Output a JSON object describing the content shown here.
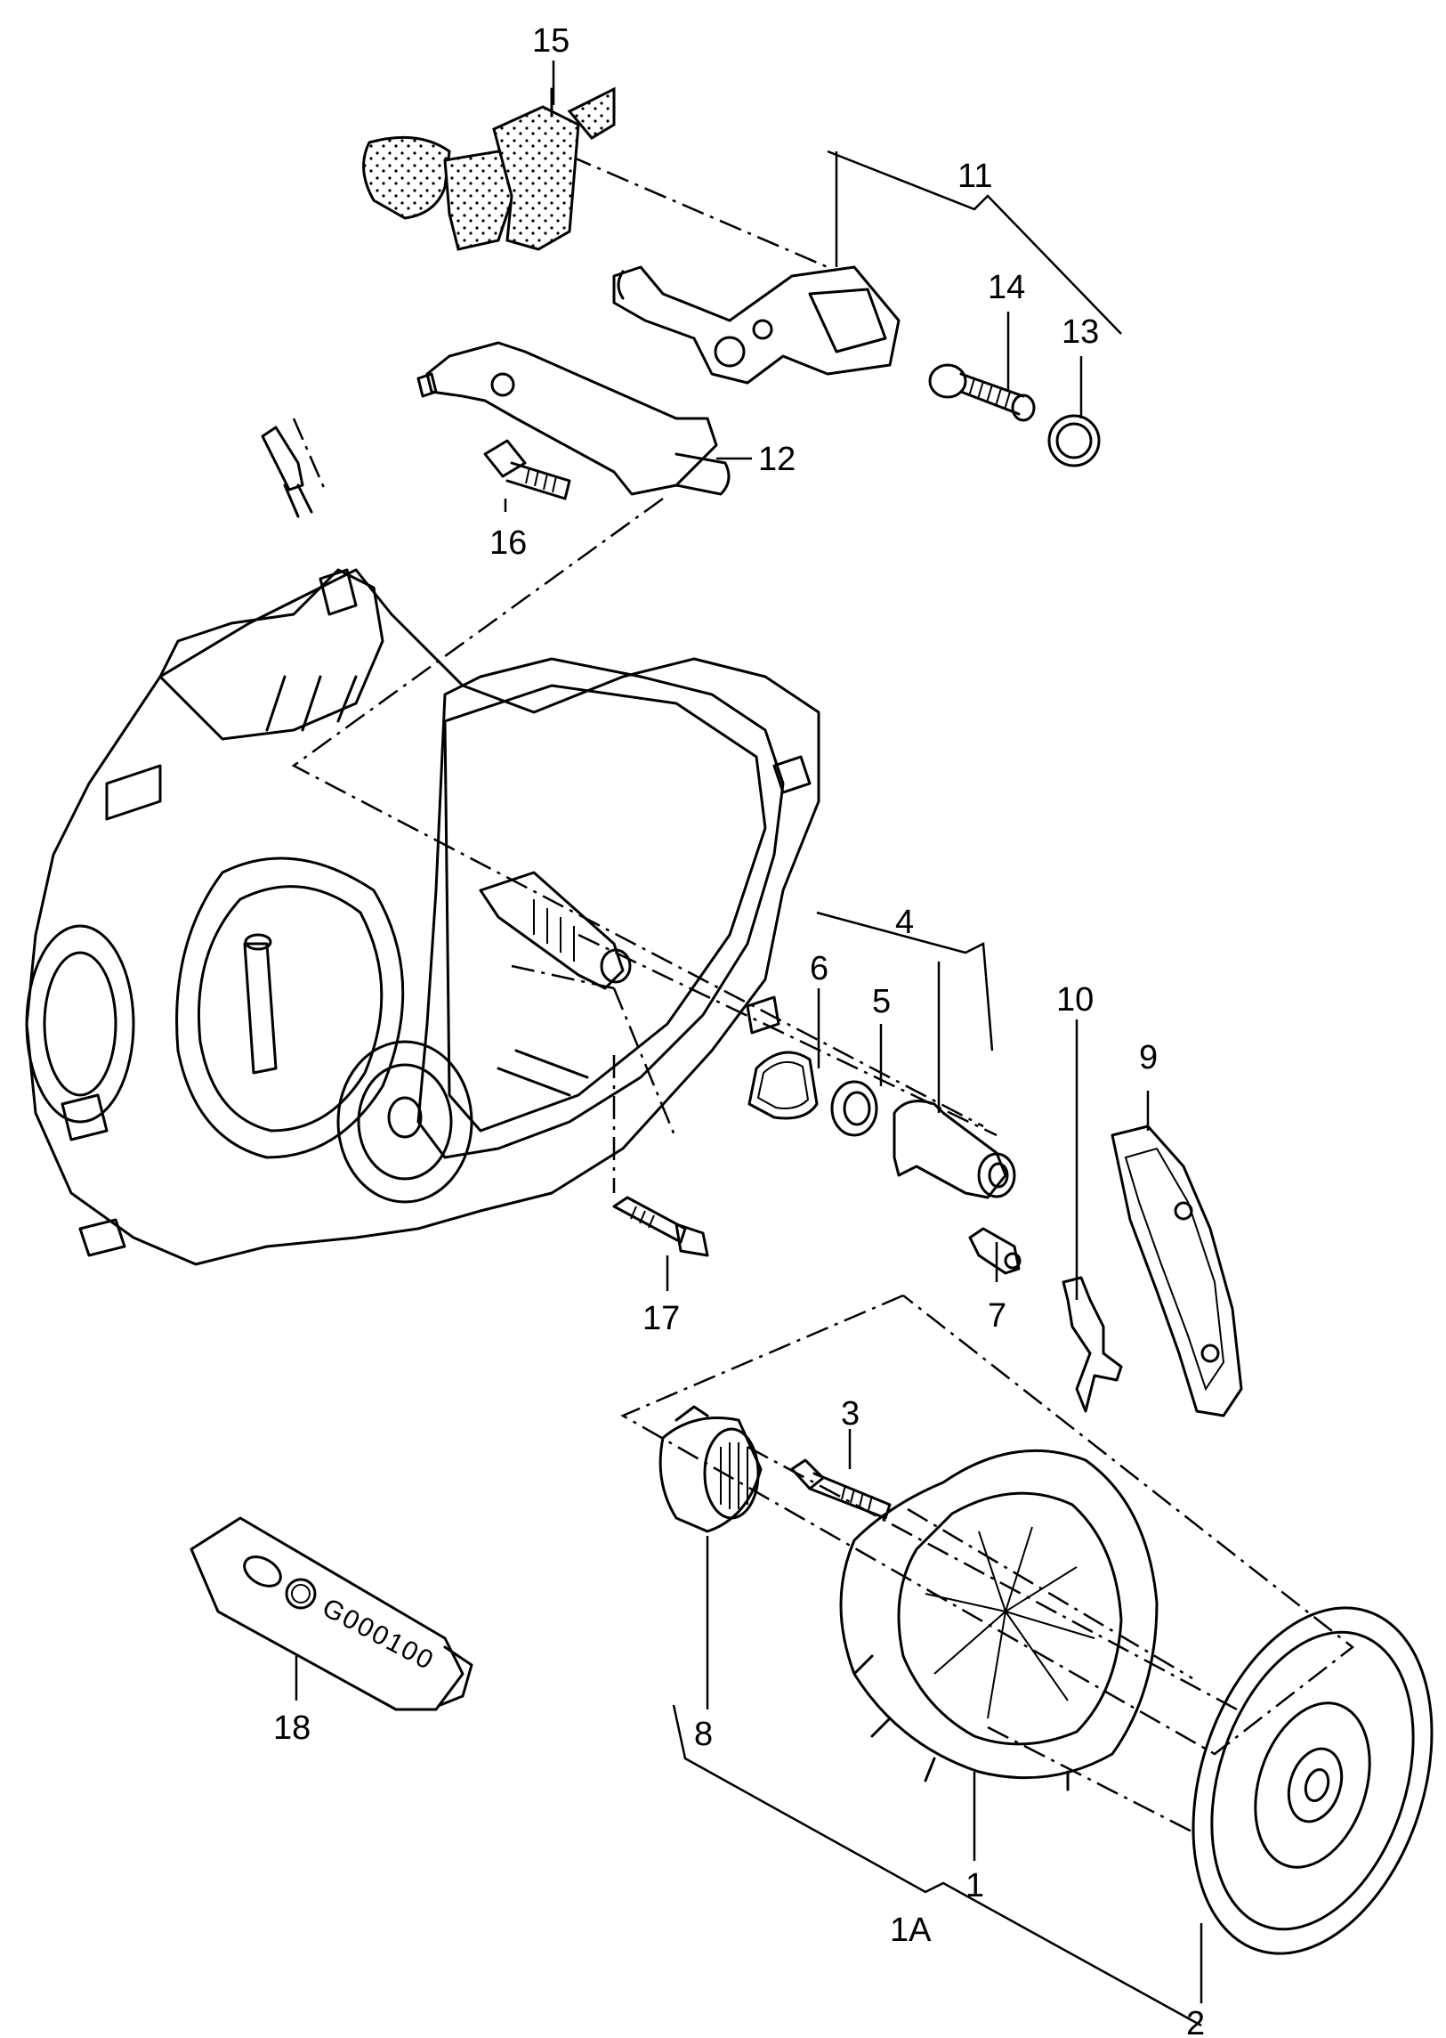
{
  "callouts": {
    "c1": "1",
    "c1a": "1A",
    "c2": "2",
    "c3": "3",
    "c4": "4",
    "c5": "5",
    "c6": "6",
    "c7": "7",
    "c8": "8",
    "c9": "9",
    "c10": "10",
    "c11": "11",
    "c12": "12",
    "c13": "13",
    "c14": "14",
    "c15": "15",
    "c16": "16",
    "c17": "17",
    "c18": "18"
  },
  "tube_label": "G000100"
}
